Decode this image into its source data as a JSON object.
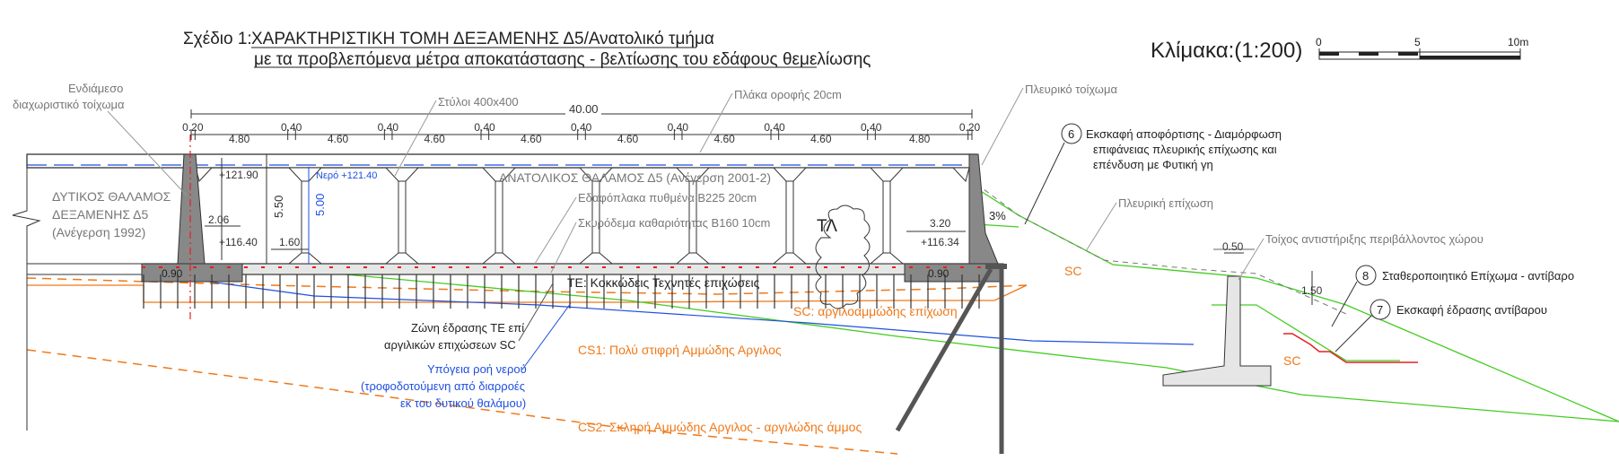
{
  "title": {
    "prefix": "Σχέδιο 1:",
    "main": "ΧΑΡΑΚΤΗΡΙΣΤΙΚΗ ΤΟΜΗ ΔΕΞΑΜΕΝΗΣ Δ5/Ανατολικό τμήμα",
    "sub": "με τα προβλεπόμενα μέτρα αποκατάστασης - βελτίωσης του εδάφους θεμελίωσης"
  },
  "scale": {
    "label": "Κλίμακα:(1:200)",
    "ticks": [
      "0",
      "5",
      "10m"
    ]
  },
  "labels": {
    "inner_wall_1": "Ενδιάμεσο",
    "inner_wall_2": "διαχωριστικό τοίχωμα",
    "columns": "Στύλοι 400x400",
    "roof": "Πλάκα οροφής 20cm",
    "side_wall": "Πλευρικό τοίχωμα",
    "west_1": "ΔΥΤΙΚΟΣ ΘΑΛΑΜΟΣ",
    "west_2": "ΔΕΞΑΜΕΝΗΣ Δ5",
    "west_3": "(Ανέγερση 1992)",
    "east": "ΑΝΑΤΟΛΙΚΟΣ ΘΑΛΑΜΟΣ Δ5 (Ανέγερση 2001-2)",
    "slab": "Εδαφόπλακα πυθμένα Β225  20cm",
    "lean": "Σκυρόδεμα καθαριότητας Β160  10cm",
    "water": "Νερό +121.40",
    "tl": "ΤΛ",
    "te": "ΤΕ: Κοκκώδεις Τεχνητές επιχώσεις",
    "sc_clayey": "SC: αργιλοαμμώδης επίχωση",
    "zone_1": "Ζώνη έδρασης ΤΕ επί",
    "zone_2": "αργιλικών επιχώσεων SC",
    "gw_1": "Υπόγεια ροή νερού",
    "gw_2": "(τροφοδοτούμενη από διαρροές",
    "gw_3": "εκ του δυτικού θαλάμου)",
    "cs1": "CS1: Πολύ στιφρή Αμμώδης Αργιλος",
    "cs2": "CS2: Σκληρή Αμμώδης Αργιλος - αργιλώδης άμμος",
    "side_fill": "Πλευρική επίχωση",
    "sc1": "SC",
    "sc2": "SC",
    "retaining": "Τοίχος αντιστήριξης περιβάλλοντος χώρου",
    "slope": "3%",
    "n6": "6",
    "n6_1": "Εκσκαφή αποφόρτισης - Διαμόρφωση",
    "n6_2": "επιφάνειας πλευρικής επίχωσης και",
    "n6_3": "επένδυση με Φυτική γη",
    "n7": "7",
    "n7_text": "Εκσκαφή έδρασης αντίβαρου",
    "n8": "8",
    "n8_text": "Σταθεροποιητικό Επίχωμα - αντίβαρο"
  },
  "dims": {
    "total": "40.00",
    "spans": [
      "0.20",
      "4.80",
      "0.40",
      "4.60",
      "0.40",
      "4.60",
      "0.40",
      "4.60",
      "0.40",
      "4.60",
      "0.40",
      "4.60",
      "0.40",
      "4.60",
      "0.40",
      "4.80",
      "0.20"
    ],
    "el_top": "+121.90",
    "el_bottom_w": "+116.40",
    "el_bottom_e": "+116.34",
    "h550": "5.50",
    "h500": "5.00",
    "w206": "2.06",
    "w160": "1.60",
    "w090a": "0.90",
    "w090b": "0.90",
    "w320": "3.20",
    "w050": "0.50",
    "h150": "1.50"
  },
  "colors": {
    "line": "#333333",
    "gray_text": "#777777",
    "concrete": "#e6e6e6",
    "green": "#44cc22",
    "orange": "#f07818",
    "blue": "#1f4fe0",
    "red": "#e52020",
    "magenta": "#d020d0"
  }
}
